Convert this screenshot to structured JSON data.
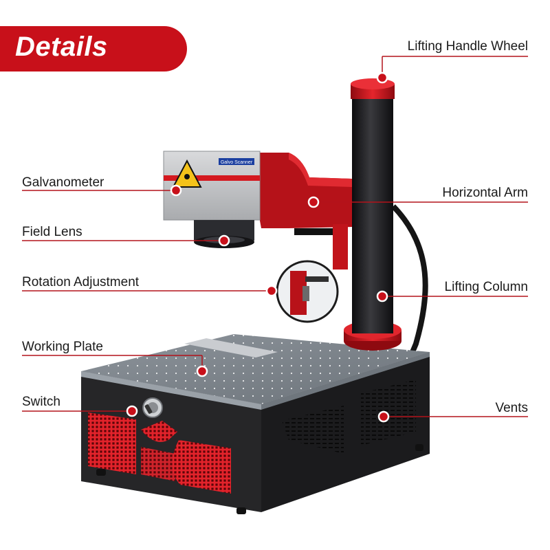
{
  "banner": {
    "title": "Details"
  },
  "labels": {
    "lifting_handle_wheel": "Lifting Handle Wheel",
    "galvanometer": "Galvanometer",
    "horizontal_arm": "Horizontal Arm",
    "field_lens": "Field Lens",
    "rotation_adjustment": "Rotation Adjustment",
    "lifting_column": "Lifting Column",
    "working_plate": "Working Plate",
    "switch": "Switch",
    "vents": "Vents"
  },
  "product_text": {
    "scanner_label": "Galvo Scanner"
  },
  "colors": {
    "brand_red": "#c8101a",
    "leader_line": "#b3121a",
    "machine_body": "#2a2a2c",
    "plate": "#7d848c"
  }
}
